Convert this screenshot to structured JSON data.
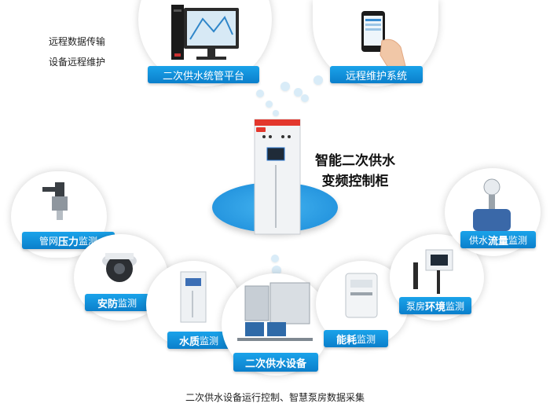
{
  "notes": {
    "line1": "远程数据传输",
    "line2": "设备远程维护"
  },
  "top": {
    "left_label": "二次供水统管平台",
    "right_label": "远程维护系统"
  },
  "center": {
    "title_line1": "智能二次供水",
    "title_line2": "变频控制柜"
  },
  "nodes": {
    "pressure": {
      "prefix": "管网",
      "bold": "压力",
      "suffix": "监测"
    },
    "security": {
      "bold": "安防",
      "suffix": "监测"
    },
    "water_quality": {
      "bold": "水质",
      "suffix": "监测"
    },
    "equipment": {
      "bold": "二次供水设备"
    },
    "energy": {
      "bold": "能耗",
      "suffix": "监测"
    },
    "environment": {
      "prefix": "泵房",
      "bold": "环境",
      "suffix": "监测"
    },
    "flow": {
      "prefix": "供水",
      "bold": "流量",
      "suffix": "监测"
    }
  },
  "caption": "二次供水设备运行控制、智慧泵房数据采集",
  "colors": {
    "accent_blue": "#0b86d6",
    "bar_top": "#1aa3ea",
    "bar_bottom": "#0b7fcb",
    "ellipse": "#2d9fe6",
    "cabinet_red": "#e3372d"
  }
}
